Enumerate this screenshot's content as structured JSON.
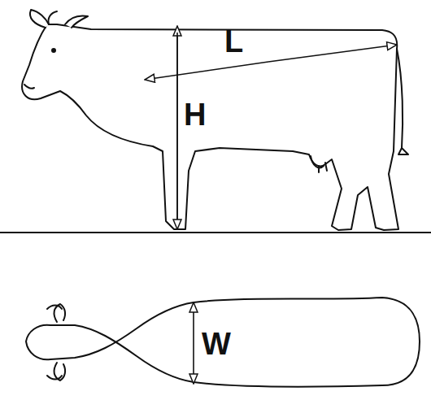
{
  "diagram": {
    "labels": [
      "L",
      "H",
      "W"
    ]
  }
}
